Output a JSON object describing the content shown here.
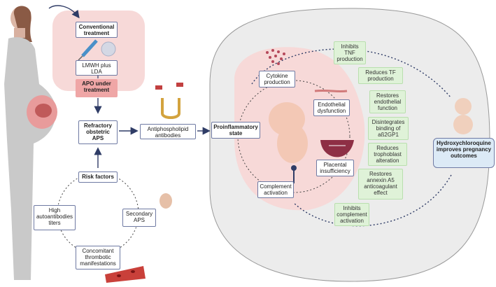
{
  "diagram": {
    "conventional_treatment": "Conventional treatment",
    "lmwh_lda": "LMWH plus LDA",
    "apo_under_treatment": "APO under treatment",
    "refractory_aps": "Refractory obstetric APS",
    "risk_factors": "Risk factors",
    "high_autoantibodies": "High autoantibodies titers",
    "secondary_aps": "Secondary APS",
    "concomitant_thrombotic": "Concomitant thrombotic manifestations",
    "antiphospholipid_antibodies": "Antiphospholipid antibodies",
    "proinflammatory_state": "Proinflammatory state",
    "cytokine_production": "Cytokine production",
    "endothelial_dysfunction": "Endothelial dysfunction",
    "placental_insufficiency": "Placental insufficiency",
    "complement_activation": "Complement activation",
    "hcq_effects": [
      "Inhibits TNF production",
      "Reduces TF production",
      "Restores endothelial function",
      "Disintegrates binding of aß2GP1",
      "Reduces trophoblast alteration",
      "Restores annexin A5 anticoagulant effect",
      "Inhibits complement activation"
    ],
    "hcq_outcome": "Hydroxychloroquine improves pregnancy outcomes"
  },
  "colors": {
    "pink_zone": "#f7d9d8",
    "gray_zone": "#ececec",
    "arrow": "#2f3c66",
    "box_border": "#6f7aa3",
    "green_box": "#dff2d8",
    "apo_box": "#efa6a6",
    "hcq_box": "#dceaf6"
  },
  "icons": [
    "pregnant-woman-illustration",
    "syringe-icon",
    "pill-icon",
    "antibody-icon",
    "cytokine-dots-icon",
    "fetus-illustration",
    "placenta-icon",
    "baby-illustration",
    "blood-vessel-icon",
    "head-icon"
  ]
}
